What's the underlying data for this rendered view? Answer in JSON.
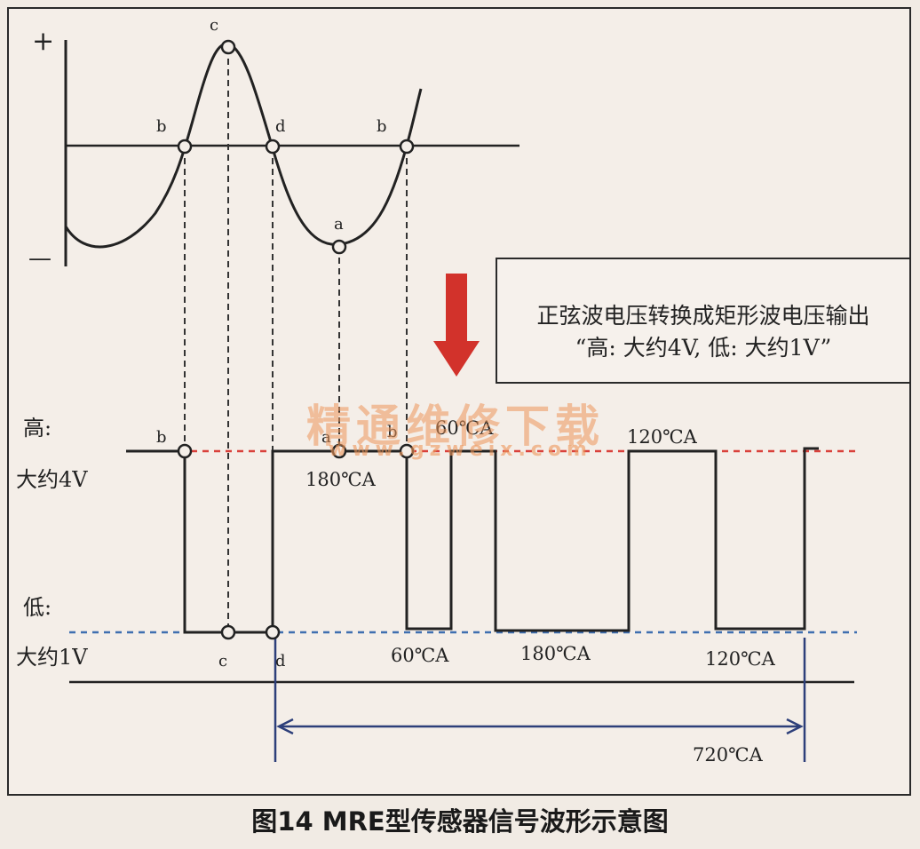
{
  "sine": {
    "plus": "+",
    "minus": "—",
    "point_b1": "b",
    "point_c": "c",
    "point_d": "d",
    "point_b2": "b",
    "point_a": "a"
  },
  "square": {
    "high_label": "高:",
    "high_value": "大约4V",
    "low_label": "低:",
    "low_value": "大约1V",
    "top_b1": "b",
    "top_a": "a",
    "top_b2": "b",
    "bottom_c": "c",
    "bottom_d": "d",
    "deg_180_top": "180℃A",
    "deg_60_top": "60℃A",
    "deg_120_top": "120℃A",
    "deg_60_bottom": "60℃A",
    "deg_180_bottom": "180℃A",
    "deg_120_bottom": "120℃A",
    "total": "720℃A"
  },
  "note": {
    "line1": "正弦波电压转换成矩形波电压输出",
    "line2": "“高: 大约4V, 低: 大约1V”"
  },
  "watermark": {
    "cn": "精通维修下载",
    "url": "www.gzweix.com"
  },
  "caption": "图14 MRE型传感器信号波形示意图",
  "colors": {
    "high_line": "#d9413b",
    "low_line": "#3f6fb0",
    "arrow": "#d2322b",
    "dimension": "#2d3f7a"
  }
}
